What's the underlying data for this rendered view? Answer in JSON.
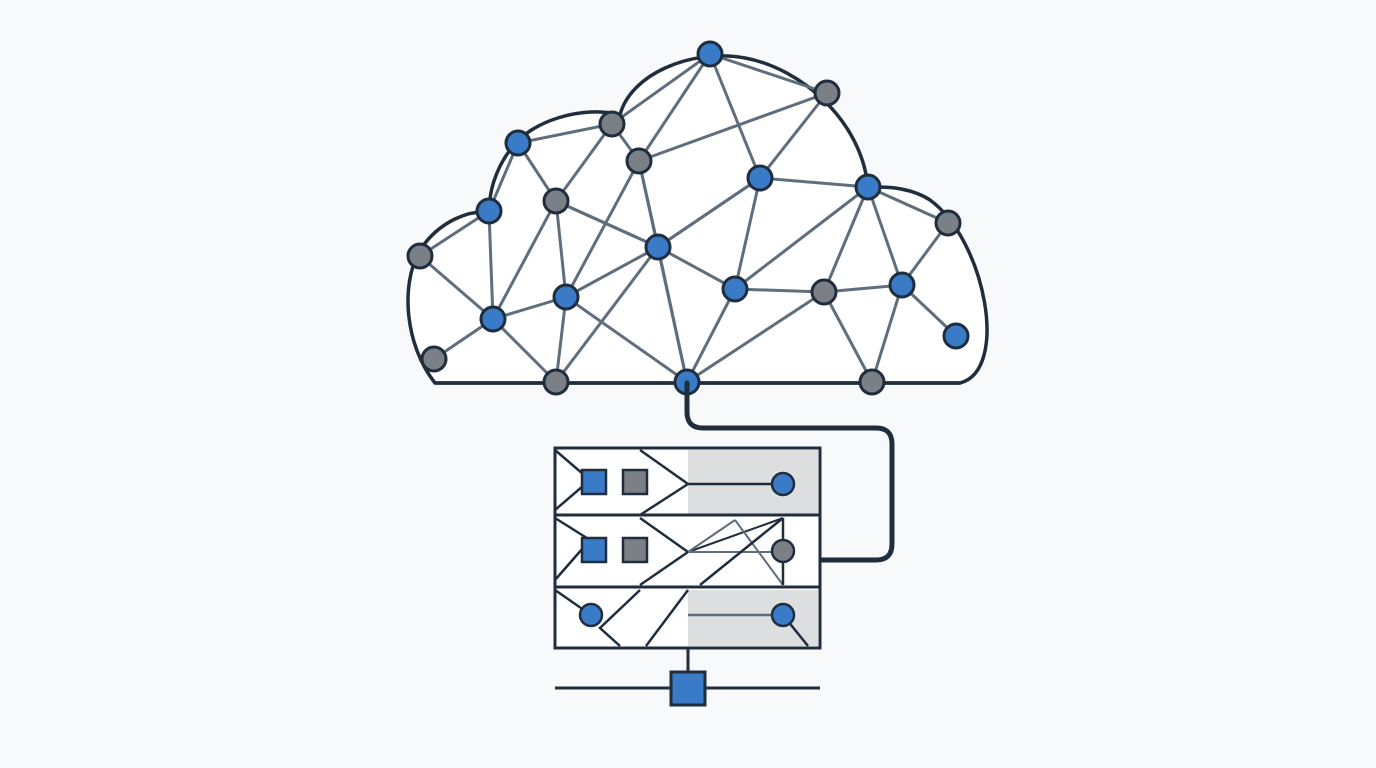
{
  "palette": {
    "background": "#f7f9fb",
    "outline": "#1f2d3d",
    "edge": "#5f6e7d",
    "node_blue": "#3a7bc8",
    "node_gray": "#7b8087",
    "panel_fill": "#dcdee0",
    "rack_fill": "#ffffff"
  },
  "diagram": {
    "description_nodes": [
      {
        "id": "n01",
        "kind": "blue"
      },
      {
        "id": "n02",
        "kind": "gray"
      },
      {
        "id": "n03",
        "kind": "blue"
      },
      {
        "id": "n04",
        "kind": "gray"
      },
      {
        "id": "n05",
        "kind": "gray"
      },
      {
        "id": "n06",
        "kind": "blue"
      },
      {
        "id": "n07",
        "kind": "blue"
      },
      {
        "id": "n08",
        "kind": "gray"
      },
      {
        "id": "n09",
        "kind": "blue"
      },
      {
        "id": "n10",
        "kind": "gray"
      },
      {
        "id": "n11",
        "kind": "blue"
      },
      {
        "id": "n12",
        "kind": "gray"
      },
      {
        "id": "n13",
        "kind": "blue"
      },
      {
        "id": "n14",
        "kind": "blue"
      },
      {
        "id": "n15",
        "kind": "gray"
      },
      {
        "id": "n16",
        "kind": "blue"
      },
      {
        "id": "n17",
        "kind": "blue"
      },
      {
        "id": "n18",
        "kind": "blue"
      },
      {
        "id": "n19",
        "kind": "gray"
      },
      {
        "id": "n20",
        "kind": "blue"
      },
      {
        "id": "n21",
        "kind": "gray"
      }
    ],
    "server_units": [
      {
        "indicator_1": "blue",
        "indicator_2": "gray",
        "port": "blue"
      },
      {
        "indicator_1": "blue",
        "indicator_2": "gray",
        "port": "gray"
      },
      {
        "indicator_1": "blue",
        "port": "blue"
      }
    ],
    "network_port": "blue"
  }
}
